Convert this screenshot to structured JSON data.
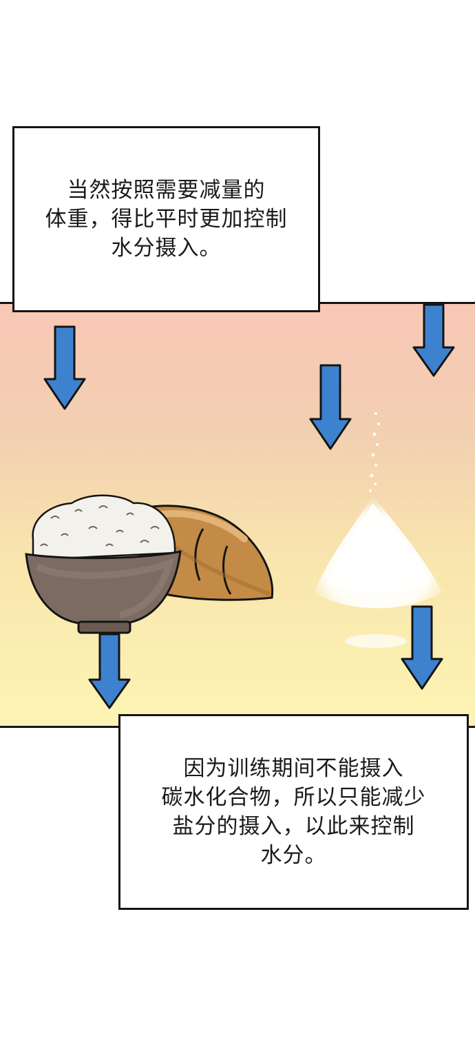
{
  "captions": {
    "top": {
      "lines": [
        "当然按照需要减量的",
        "体重，得比平时更加控制",
        "水分摄入。"
      ]
    },
    "bottom": {
      "lines": [
        "因为训练期间不能摄入",
        "碳水化合物，所以只能减少",
        "盐分的摄入，以此来控制",
        "水分。"
      ]
    }
  },
  "colors": {
    "arrow_fill": "#3d82cf",
    "outline": "#141414",
    "panel_top": "#f9c7b5",
    "panel_bottom": "#fcf4b4"
  },
  "icons": [
    "down-arrow-icon",
    "rice-bowl-icon",
    "bread-icon",
    "salt-pile-icon"
  ]
}
